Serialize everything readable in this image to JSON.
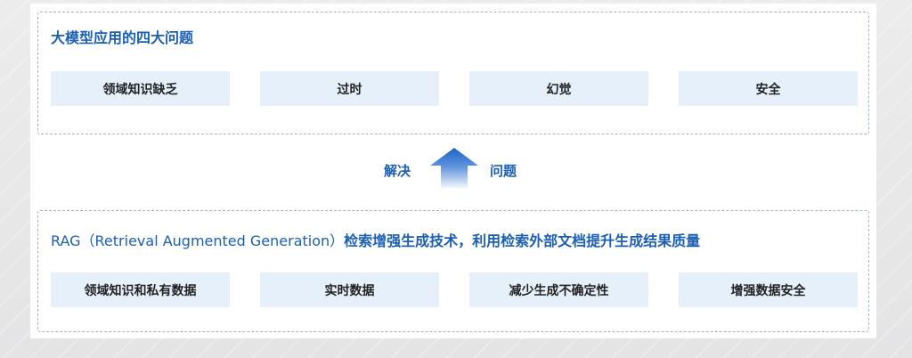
{
  "top_section": {
    "title": "大模型应用的四大问题",
    "items": [
      "领域知识缺乏",
      "过时",
      "幻觉",
      "安全"
    ]
  },
  "connector": {
    "left_label": "解决",
    "right_label": "问题",
    "icon": "up-arrow-icon",
    "arrow_color_top": "#1e62c8",
    "arrow_color_bottom": "#ffffff"
  },
  "bottom_section": {
    "title_en": "RAG（Retrieval Augmented Generation）",
    "title_cn": "检索增强生成技术，利用检索外部文档提升生成结果质量",
    "items": [
      "领域知识和私有数据",
      "实时数据",
      "减少生成不确定性",
      "增强数据安全"
    ]
  },
  "colors": {
    "accent": "#1a5fb4",
    "card_bg": "#e6f0fb",
    "dash_border": "#9fb2c0"
  }
}
